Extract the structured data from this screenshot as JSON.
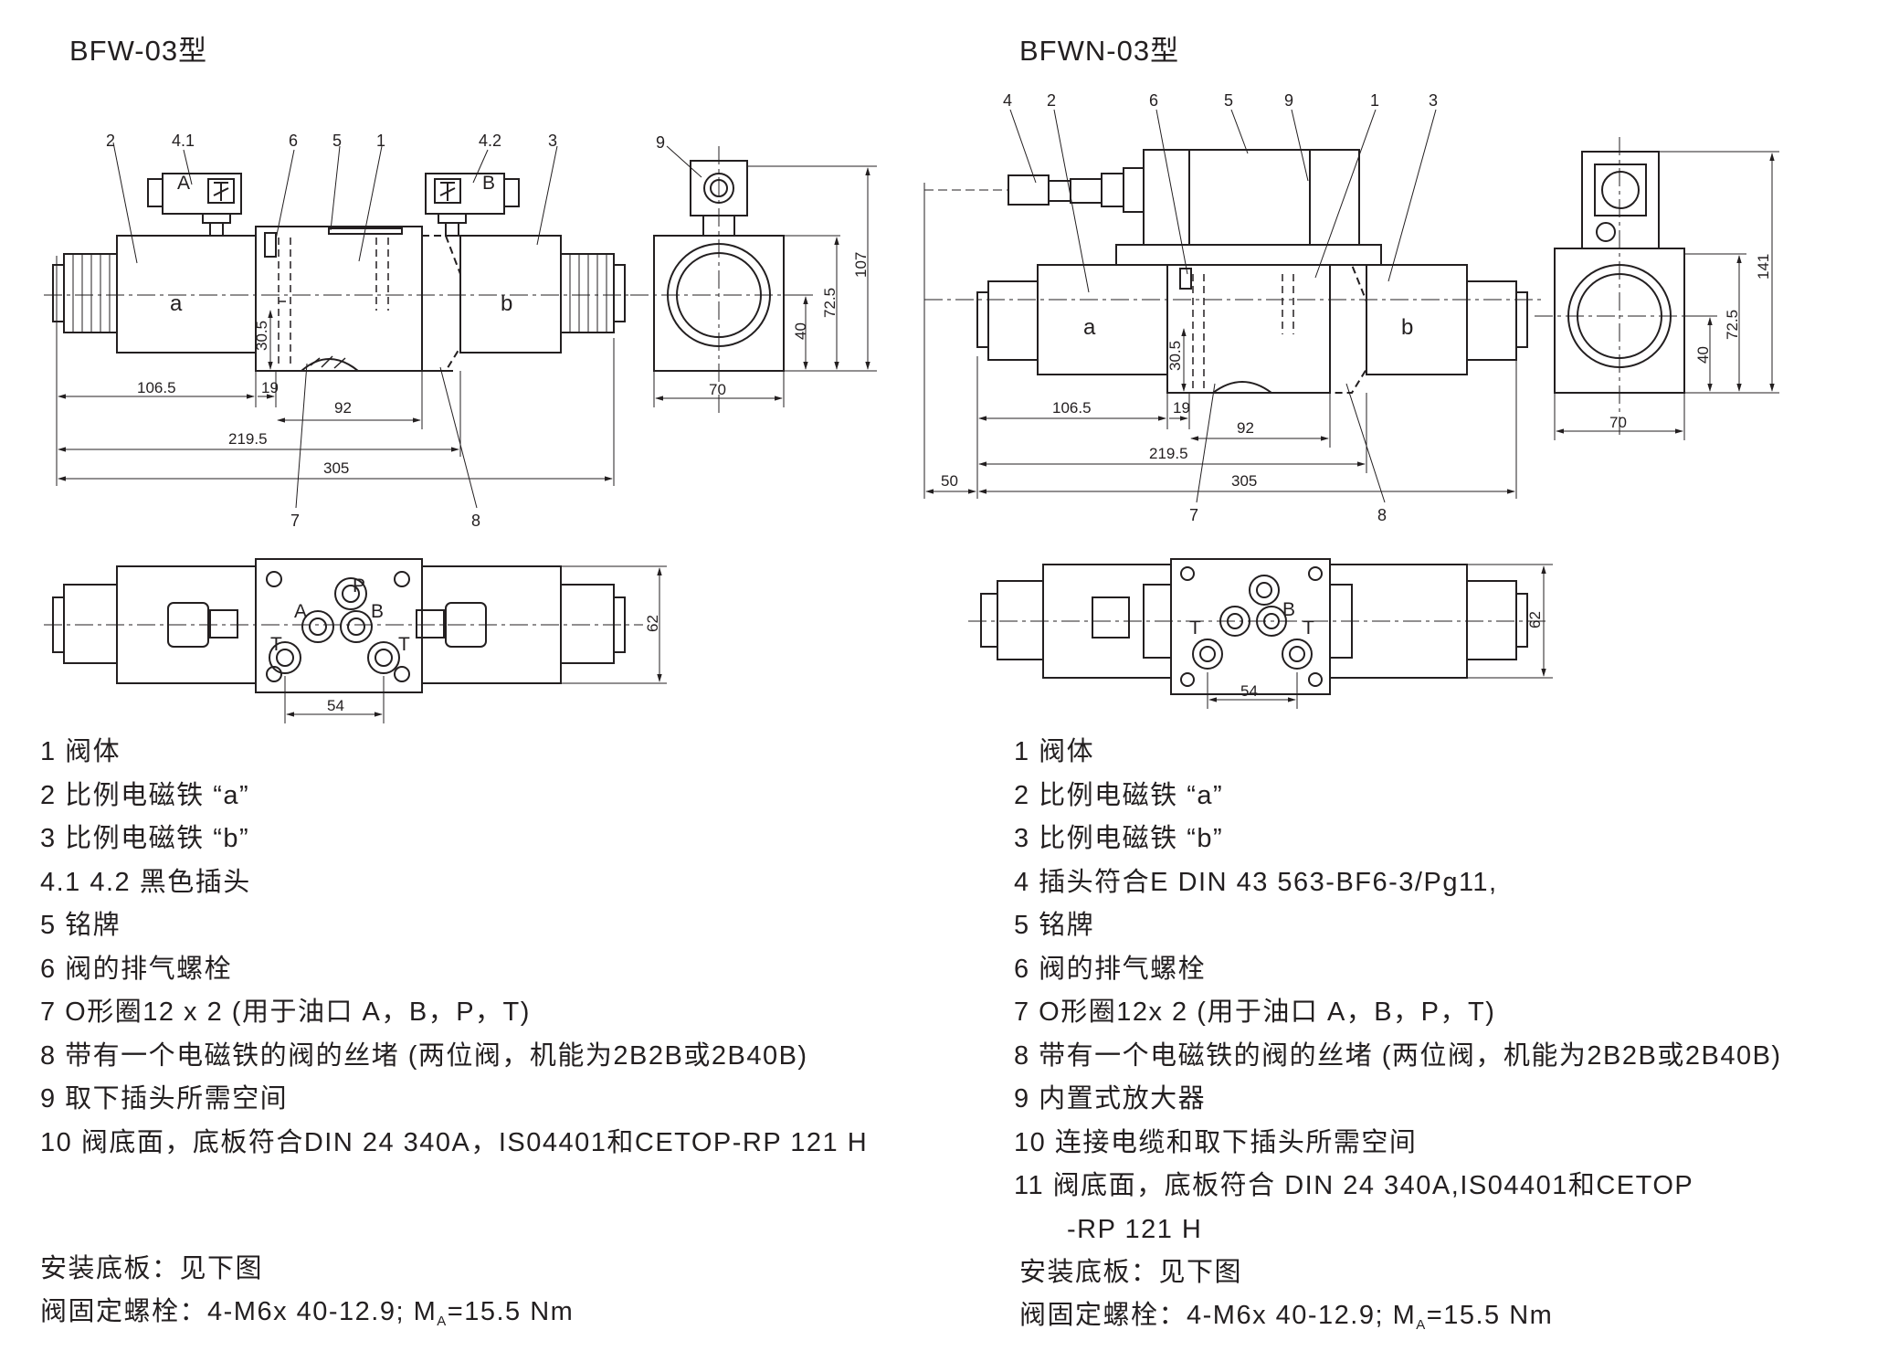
{
  "left": {
    "title": "BFW-03型",
    "dims": {
      "d1065": "106.5",
      "d19": "19",
      "d92": "92",
      "d2195": "219.5",
      "d305": "305",
      "d305v": "30.5",
      "d70": "70",
      "d40": "40",
      "d725": "72.5",
      "d107": "107",
      "d62": "62",
      "d54": "54"
    },
    "labels": {
      "a": "a",
      "b": "b",
      "A": "A",
      "B": "B",
      "P": "P",
      "T": "T",
      "T2": "T"
    },
    "parts": [
      "2",
      "4.1",
      "6",
      "5",
      "1",
      "4.2",
      "3",
      "9",
      "7",
      "8"
    ],
    "legend": [
      "1  阀体",
      "2  比例电磁铁 “a”",
      "3  比例电磁铁 “b”",
      "4.1  4.2 黑色插头",
      "5  铭牌",
      "6  阀的排气螺栓",
      "7 O形圈12 x 2 (用于油口 A，B，P，T)",
      "8  带有一个电磁铁的阀的丝堵 (两位阀，机能为2B2B或2B40B)",
      "9  取下插头所需空间",
      "10  阀底面，底板符合DIN 24 340A，IS04401和CETOP-RP 121 H"
    ],
    "mount": "安装底板：见下图",
    "bolt_prefix": "阀固定螺栓：4-M6x 40-12.9; M",
    "bolt_sub": "A",
    "bolt_suffix": "=15.5 Nm"
  },
  "right": {
    "title": "BFWN-03型",
    "dims": {
      "d1065": "106.5",
      "d19": "19",
      "d92": "92",
      "d2195": "219.5",
      "d305": "305",
      "d305v": "30.5",
      "d50": "50",
      "d70": "70",
      "d40": "40",
      "d725": "72.5",
      "d141": "141",
      "d62": "62",
      "d54": "54"
    },
    "labels": {
      "a": "a",
      "b": "b",
      "B": "B",
      "T": "T",
      "T2": "T"
    },
    "parts": [
      "4",
      "2",
      "6",
      "5",
      "9",
      "1",
      "3",
      "7",
      "8"
    ],
    "legend": [
      "1  阀体",
      "2  比例电磁铁 “a”",
      "3  比例电磁铁 “b”",
      "4  插头符合E DIN 43 563-BF6-3/Pg11,",
      "5  铭牌",
      "6  阀的排气螺栓",
      "7 O形圈12x 2 (用于油口 A，B，P，T)",
      "8  带有一个电磁铁的阀的丝堵 (两位阀，机能为2B2B或2B40B)",
      "9  内置式放大器",
      "10  连接电缆和取下插头所需空间",
      "11  阀底面，底板符合 DIN 24 340A,IS04401和CETOP",
      "-RP 121 H"
    ],
    "mount": "安装底板：见下图",
    "bolt_prefix": "阀固定螺栓：4-M6x 40-12.9; M",
    "bolt_sub": "A",
    "bolt_suffix": "=15.5 Nm"
  },
  "colors": {
    "ink": "#231f20",
    "background": "#ffffff"
  }
}
